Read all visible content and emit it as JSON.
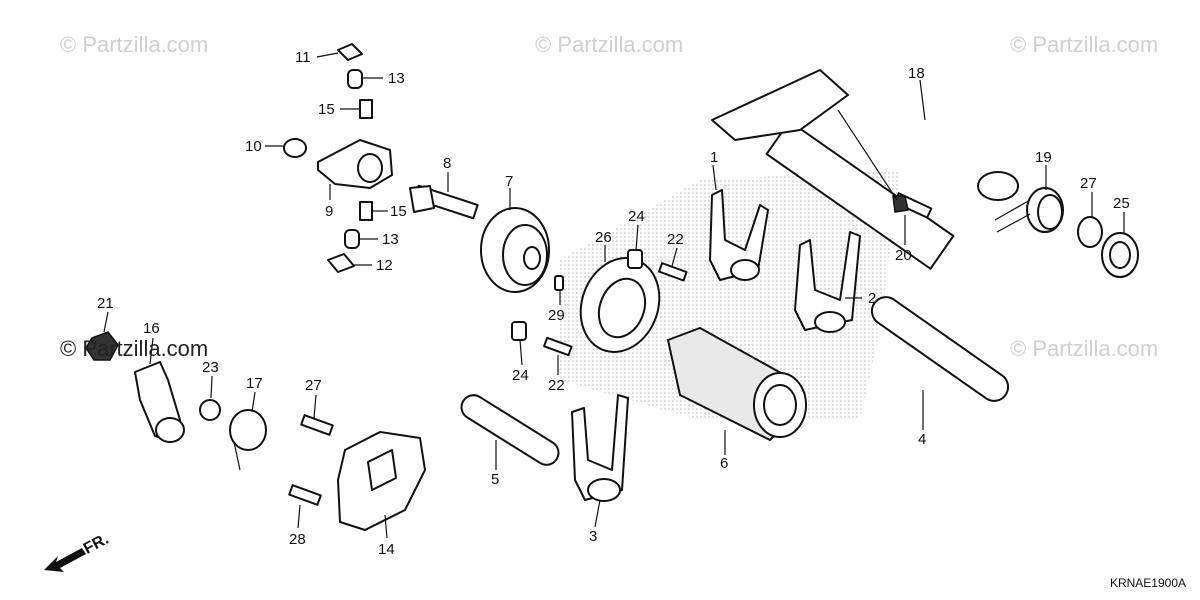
{
  "watermark": {
    "top_left": "© Partzilla.com",
    "top_center": "© Partzilla.com",
    "top_right": "© Partzilla.com",
    "mid_left": "© Partzilla.com",
    "mid_right": "© Partzilla.com"
  },
  "diagram_code": "KRNAE1900A",
  "front_indicator": "FR.",
  "callouts": [
    "1",
    "2",
    "3",
    "4",
    "5",
    "6",
    "7",
    "8",
    "9",
    "10",
    "11",
    "12",
    "13",
    "13",
    "14",
    "15",
    "15",
    "16",
    "17",
    "18",
    "19",
    "20",
    "21",
    "22",
    "22",
    "23",
    "24",
    "24",
    "25",
    "26",
    "27",
    "27",
    "28",
    "29"
  ],
  "colors": {
    "line": "#111111",
    "watermark": "#cfcfcf",
    "background": "#ffffff"
  }
}
